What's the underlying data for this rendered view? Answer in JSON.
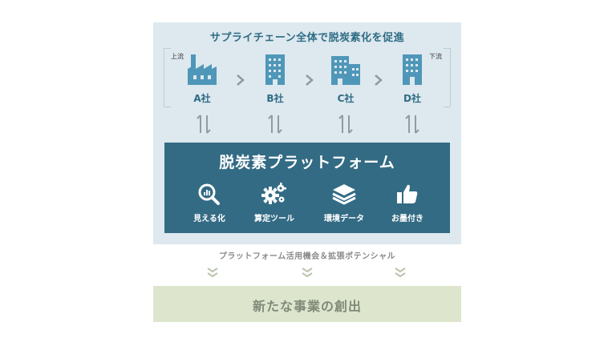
{
  "supply_chain": {
    "title": "サプライチェーン全体で脱炭素化を促進",
    "upstream_label": "上流",
    "downstream_label": "下流",
    "companies": [
      {
        "label": "A社",
        "icon": "factory-icon"
      },
      {
        "label": "B社",
        "icon": "building-icon"
      },
      {
        "label": "C社",
        "icon": "building-icon"
      },
      {
        "label": "D社",
        "icon": "building-icon"
      }
    ]
  },
  "platform": {
    "title": "脱炭素プラットフォーム",
    "features": [
      {
        "label": "見える化",
        "icon": "magnifier-chart-icon"
      },
      {
        "label": "算定ツール",
        "icon": "gears-icon"
      },
      {
        "label": "環境データ",
        "icon": "layers-icon"
      },
      {
        "label": "お墨付き",
        "icon": "thumbs-up-icon"
      }
    ]
  },
  "potential_text": "プラットフォーム活用機会＆拡張ポテンシャル",
  "outcome_text": "新たな事業の創出",
  "colors": {
    "panel_bg": "#dde8ef",
    "accent_blue": "#336b84",
    "icon_blue": "#4f97b8",
    "outcome_bg": "#dde5cd",
    "arrow_gray": "#8f9aa3"
  }
}
